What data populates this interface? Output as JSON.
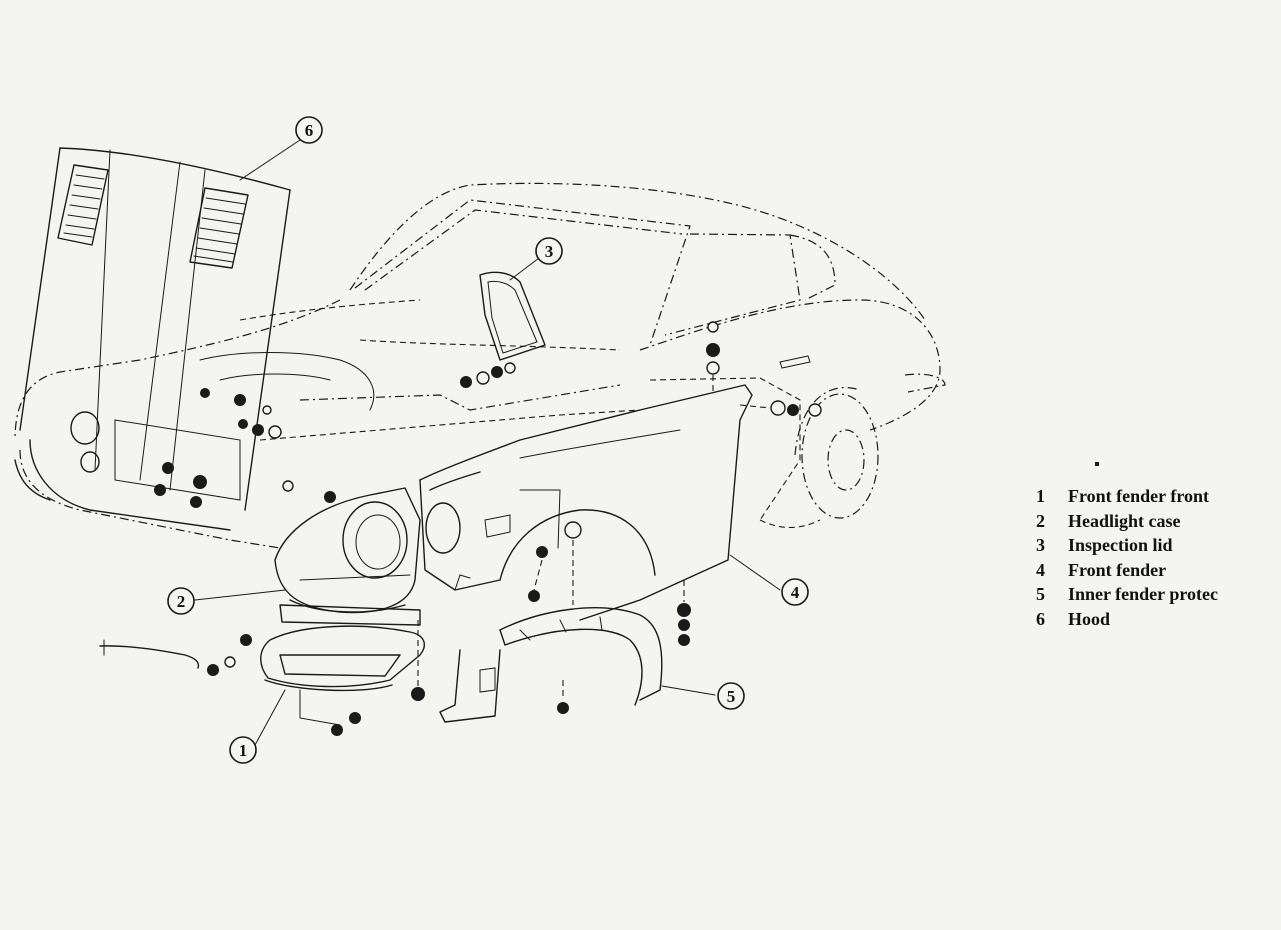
{
  "callouts": [
    {
      "number": "1",
      "label": "Front fender front"
    },
    {
      "number": "2",
      "label": "Headlight case"
    },
    {
      "number": "3",
      "label": "Inspection lid"
    },
    {
      "number": "4",
      "label": "Front fender"
    },
    {
      "number": "5",
      "label": "Inner fender protec"
    },
    {
      "number": "6",
      "label": "Hood"
    }
  ],
  "colors": {
    "ink": "#1a1a1a",
    "paper": "#f4f4f0"
  }
}
